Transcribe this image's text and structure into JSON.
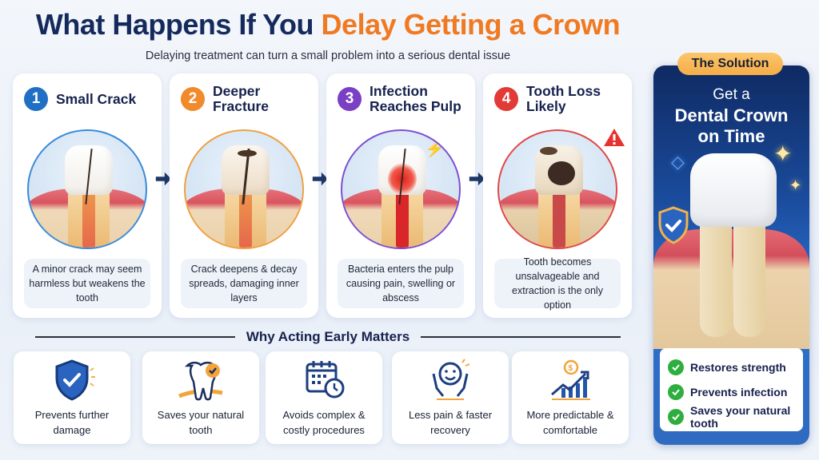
{
  "header": {
    "title_part1": "What Happens If You ",
    "title_part2": "Delay Getting a Crown",
    "subtitle": "Delaying treatment can turn a small problem into a serious dental issue"
  },
  "colors": {
    "navy": "#152a5c",
    "orange": "#f07a22",
    "step1": "#1f6fc4",
    "step2": "#f08a2a",
    "step3": "#7a3fc4",
    "step4": "#e23a36",
    "check_green": "#2eae3e",
    "pill": "#f8b552"
  },
  "steps": [
    {
      "number": "1",
      "title": "Small Crack",
      "icon": "cracked-tooth",
      "description": "A minor crack may seem harmless but weakens the tooth"
    },
    {
      "number": "2",
      "title": "Deeper Fracture",
      "icon": "fractured-tooth",
      "description": "Crack deepens & decay spreads, damaging inner layers"
    },
    {
      "number": "3",
      "title": "Infection Reaches Pulp",
      "icon": "infected-tooth",
      "description": "Bacteria enters the pulp causing pain, swelling or abscess"
    },
    {
      "number": "4",
      "title": "Tooth Loss Likely",
      "icon": "decayed-tooth-warning",
      "description": "Tooth becomes unsalvageable and extraction is the only option"
    }
  ],
  "why": {
    "title": "Why Acting Early Matters",
    "items": [
      {
        "label": "Prevents further damage",
        "icon": "shield-check-icon"
      },
      {
        "label": "Saves your natural tooth",
        "icon": "tooth-check-icon"
      },
      {
        "label": "Avoids complex & costly procedures",
        "icon": "calendar-clock-icon"
      },
      {
        "label": "Less pain & faster recovery",
        "icon": "smiling-hands-icon"
      },
      {
        "label": "More predictable & comfortable",
        "icon": "growth-chart-dollar-icon"
      }
    ]
  },
  "solution": {
    "pill": "The Solution",
    "line1": "Get a",
    "line2": "Dental Crown",
    "line3": "on Time",
    "benefits": [
      "Restores strength",
      "Prevents infection",
      "Saves your natural tooth"
    ]
  }
}
